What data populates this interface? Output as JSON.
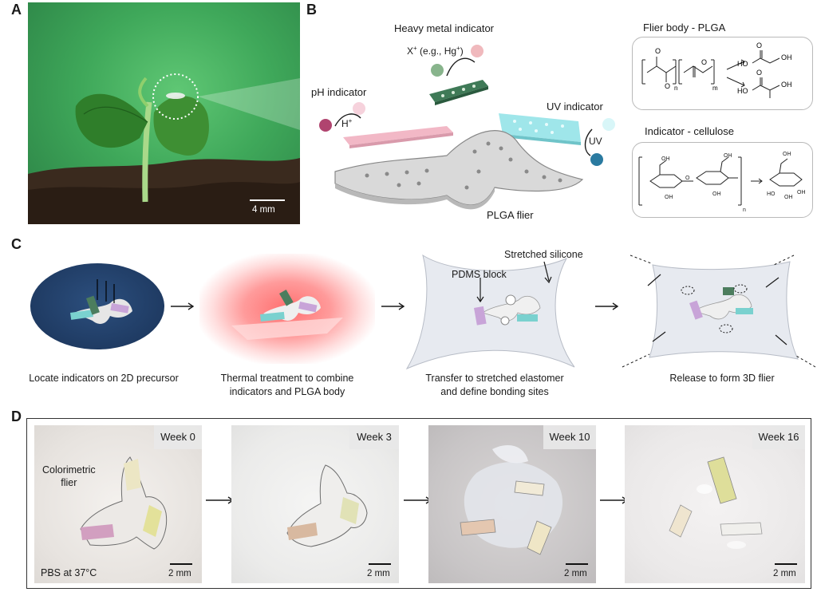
{
  "panels": {
    "a": {
      "letter": "A",
      "scale_bar": "4 mm"
    },
    "b": {
      "letter": "B",
      "heavy_metal_title": "Heavy metal indicator",
      "heavy_metal_ion_base": "X",
      "heavy_metal_ion_sup": "+",
      "heavy_metal_ion_mid": " (e.g., Hg",
      "heavy_metal_ion_sup2": "+",
      "heavy_metal_ion_end": ")",
      "ph_title": "pH indicator",
      "ph_ion_base": "H",
      "ph_ion_sup": "+",
      "uv_title": "UV indicator",
      "uv_label": "UV",
      "flier_label": "PLGA flier",
      "chem_body_title": "Flier body - PLGA",
      "chem_indicator_title": "Indicator - cellulose",
      "chem_oh": "OH",
      "chem_ho": "HO",
      "chem_o": "O",
      "chem_n": "n",
      "chem_m": "m"
    },
    "c": {
      "letter": "C",
      "step1": "Locate indicators on 2D precursor",
      "step2_line1": "Thermal treatment to combine",
      "step2_line2": "indicators and PLGA body",
      "step3_line1": "Transfer to stretched elastomer",
      "step3_line2": "and define bonding sites",
      "step4": "Release to form 3D flier",
      "pdms_label": "PDMS block",
      "silicone_label": "Stretched silicone"
    },
    "d": {
      "letter": "D",
      "weeks": [
        "Week 0",
        "Week 3",
        "Week 10",
        "Week 16"
      ],
      "scale_bars": [
        "2 mm",
        "2 mm",
        "2 mm",
        "2 mm"
      ],
      "flier_label_line1": "Colorimetric",
      "flier_label_line2": "flier",
      "condition": "PBS at 37°C"
    }
  },
  "colors": {
    "pink_indicator": "#f2b8c6",
    "cyan_indicator": "#9fe6ea",
    "green_indicator": "#3f7a57",
    "ph_dot_dark": "#b0446f",
    "uv_dot_dark": "#2a7aa0",
    "hm_dot_light": "#f0b9bd",
    "hm_dot_dark": "#88b48c",
    "navy_disc": "#1f3b63",
    "leaf_green": "#3c8a2e",
    "soil": "#3a2a1e"
  }
}
